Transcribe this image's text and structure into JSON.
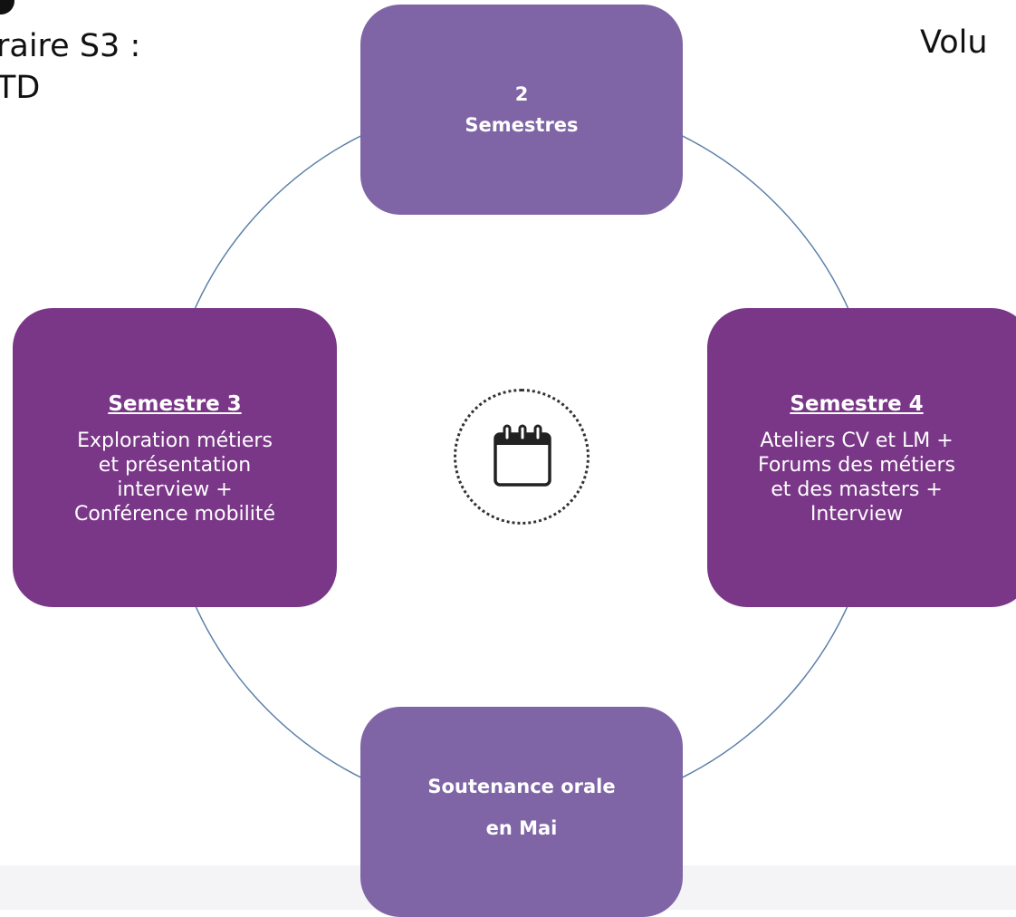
{
  "header": {
    "left_lines": [
      "raire S3 :",
      "TD"
    ],
    "right_text": "Volu"
  },
  "cycle": {
    "top": {
      "lines": [
        "2",
        "Semestres"
      ]
    },
    "right": {
      "heading": "Semestre 4",
      "lines": [
        "Ateliers CV et LM +",
        "Forums des métiers",
        "et des masters +",
        "Interview"
      ]
    },
    "bottom": {
      "lines": [
        "Soutenance orale",
        "en Mai"
      ]
    },
    "left": {
      "heading": "Semestre 3",
      "lines": [
        "Exploration métiers",
        "et présentation",
        "interview +",
        "Conférence mobilité"
      ]
    },
    "hub_icon": "calendar-icon"
  },
  "colors": {
    "box_light": "#7f65a6",
    "box_dark": "#7a3788",
    "ring": "#5b7fa8",
    "text_on_box": "#ffffff"
  }
}
